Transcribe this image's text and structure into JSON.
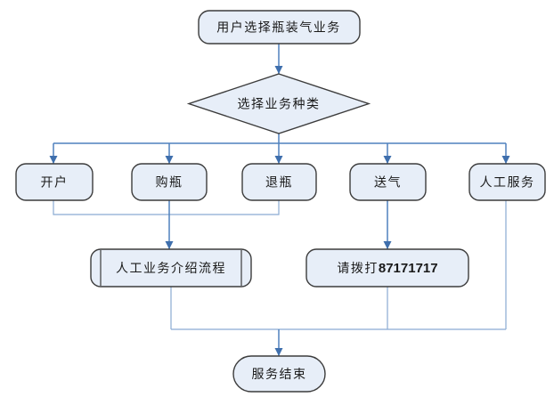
{
  "colors": {
    "node_fill": "#e7eef8",
    "node_border": "#3c3c3c",
    "connector_blue": "#4f81bd",
    "connector_light_blue": "#8aabd3",
    "text": "#1a1a1a",
    "background": "#ffffff"
  },
  "flowchart": {
    "start": {
      "label": "用户选择瓶装气业务",
      "shape": "terminator"
    },
    "decision": {
      "label": "选择业务种类",
      "shape": "diamond"
    },
    "branches": {
      "open_account": {
        "label": "开户",
        "shape": "rounded-process"
      },
      "buy_bottle": {
        "label": "购瓶",
        "shape": "rounded-process"
      },
      "return_bottle": {
        "label": "退瓶",
        "shape": "rounded-process"
      },
      "deliver_gas": {
        "label": "送气",
        "shape": "rounded-process"
      },
      "manual_service": {
        "label": "人工服务",
        "shape": "rounded-process"
      }
    },
    "intro_process": {
      "label": "人工业务介绍流程",
      "shape": "predefined-process"
    },
    "call_process": {
      "prefix": "请拨打",
      "number": "87171717",
      "shape": "rounded-process"
    },
    "end": {
      "label": "服务结束",
      "shape": "terminator"
    },
    "edges": [
      {
        "from": "start",
        "to": "decision",
        "arrow": true
      },
      {
        "from": "decision",
        "to": "open_account",
        "arrow": true
      },
      {
        "from": "decision",
        "to": "buy_bottle",
        "arrow": true
      },
      {
        "from": "decision",
        "to": "return_bottle",
        "arrow": true
      },
      {
        "from": "decision",
        "to": "deliver_gas",
        "arrow": true
      },
      {
        "from": "decision",
        "to": "manual_service",
        "arrow": true
      },
      {
        "from": "open_account",
        "to": "intro_process",
        "arrow": true
      },
      {
        "from": "buy_bottle",
        "to": "intro_process",
        "arrow": true
      },
      {
        "from": "return_bottle",
        "to": "intro_process",
        "arrow": true
      },
      {
        "from": "deliver_gas",
        "to": "call_process",
        "arrow": true
      },
      {
        "from": "manual_service",
        "to": "end",
        "arrow": false
      },
      {
        "from": "intro_process",
        "to": "end",
        "arrow": false
      },
      {
        "from": "call_process",
        "to": "end",
        "arrow": false
      },
      {
        "from": "join_line",
        "to": "end",
        "arrow": true
      }
    ]
  }
}
